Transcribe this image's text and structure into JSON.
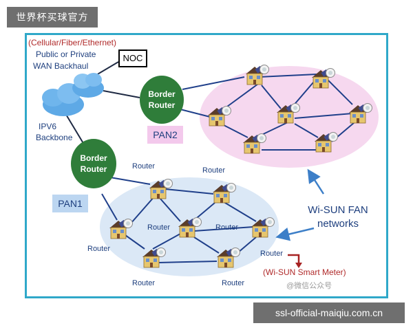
{
  "watermark_top": "世界杯买球官方",
  "watermark_bottom": "ssl-official-maiqiu.com.cn",
  "wan_label": [
    "(Cellular/Fiber/Ethernet)",
    "Public or Private",
    "WAN Backhaul"
  ],
  "ipv6_label": [
    "IPV6",
    "Backbone"
  ],
  "noc_label": "NOC",
  "border_router_label": [
    "Border",
    "Router"
  ],
  "pan1_label": "PAN1",
  "pan2_label": "PAN2",
  "router_label": "Router",
  "wisun_fan_label": [
    "Wi-SUN FAN",
    "networks"
  ],
  "smart_meter_label": "(Wi-SUN Smart Meter)",
  "corner_watermark": "@微信公众号",
  "colors": {
    "frame": "#2fa8c9",
    "border_router": "#2f7d3a",
    "pan1_ellipse": "#dbe8f6",
    "pan2_ellipse": "#f6d8ef",
    "pan1_box": "#bcd6f1",
    "pan2_box": "#f3c9ec",
    "link": "#1f3f8a",
    "arrow": "#3d7fc8",
    "meter_arrow": "#a72222"
  }
}
